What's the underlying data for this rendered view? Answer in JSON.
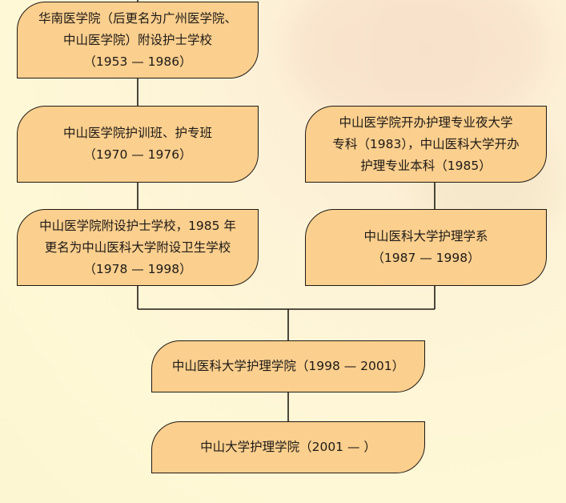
{
  "colors": {
    "box_fill": "#fbcf8e",
    "box_border": "#1f1a14",
    "connector": "#1f1a14",
    "background": "#fef8d6"
  },
  "nodes": {
    "huanan": "华南医学院（后更名为广州医学院、\n中山医学院）附设护士学校\n（1953 — 1986）",
    "training": "中山医学院护训班、护专班\n（1970 — 1976）",
    "nursing_school": "中山医学院附设护士学校，1985 年\n更名为中山医科大学附设卫生学校\n（1978 — 1998）",
    "night_univ": "中山医学院开办护理专业夜大学\n专科（1983），中山医科大学开办\n护理专业本科（1985）",
    "nursing_dept": "中山医科大学护理学系\n（1987 — 1998）",
    "college_1998": "中山医科大学护理学院（1998 — 2001）",
    "college_2001": "中山大学护理学院（2001 — ）"
  }
}
